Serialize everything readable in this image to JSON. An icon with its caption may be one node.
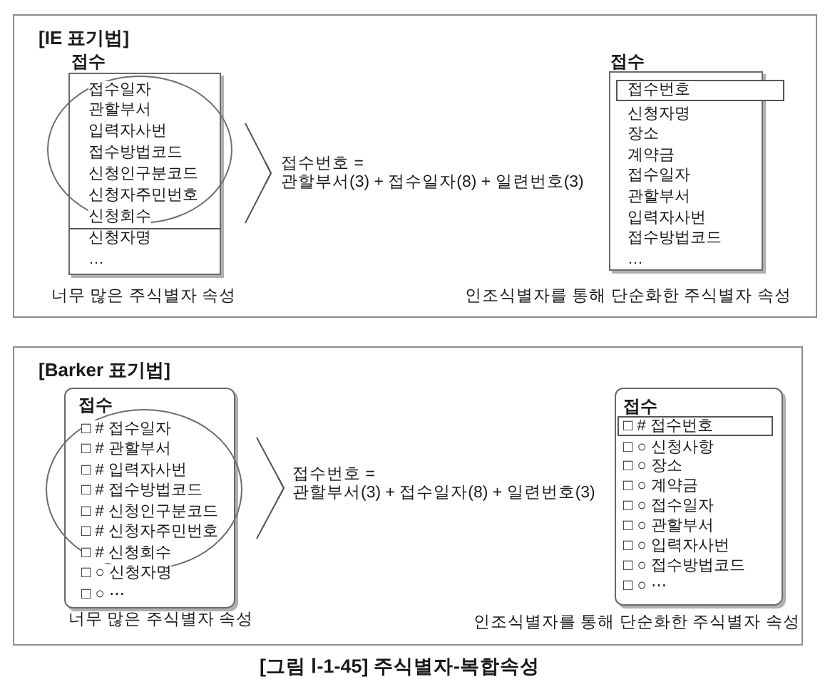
{
  "diagram": {
    "caption": "[그림 Ⅰ-1-45] 주식별자-복합속성",
    "nodes": [
      {
        "text": [
          "[IE 표기법]"
        ]
      },
      {
        "text": [
          "접수",
          "접수일자",
          "관할부서",
          "입력자사번",
          "접수방법코드",
          "신청인구분코드",
          "신청자주민번호",
          "신청회수",
          "신청자명",
          "…"
        ],
        "in": 0
      },
      {
        "text": [
          "접수번호 = 관할부서(3) + 접수일자(8) + 일련번호(3)"
        ],
        "in": 0
      },
      {
        "text": [
          "접수",
          "신청자명",
          "장소",
          "계약금",
          "접수일자",
          "관할부서",
          "입력자사번",
          "접수방법코드",
          "…"
        ],
        "in": 0
      },
      {
        "text": [
          "접수번호"
        ],
        "in": 0
      },
      {
        "text": [
          "[Barker 표기법]"
        ]
      },
      {
        "text": [
          "접수",
          "□ # 접수일자",
          "□ # 관할부서",
          "□ # 입력자사번",
          "□ # 접수방법코드",
          "□ # 신청인구분코드",
          "□ # 신청자주민번호",
          "□ # 신청회수",
          "□ ○ 신청자명",
          "□ ○ ⋯"
        ],
        "in": 5
      },
      {
        "text": [
          "접수번호 = 관할부서(3) + 접수일자(8) + 일련번호(3)"
        ],
        "in": 5
      },
      {
        "text": [
          "접수",
          "□ ○ 신청사항",
          "□ ○ 장소",
          "□ ○ 계약금",
          "□ ○ 접수일자",
          "□ ○ 관할부서",
          "□ ○ 입력자사번",
          "□ ○ 접수방법코드",
          "□ ○ ⋯"
        ],
        "in": 5
      },
      {
        "text": [
          "□ # 접수번호"
        ],
        "in": 8
      }
    ],
    "edges": [
      {
        "from": 1,
        "to": 2,
        "arrow": "to"
      },
      {
        "from": 6,
        "to": 7,
        "arrow": "to"
      }
    ],
    "labels": [
      "너무 많은 주식별자 속성",
      "인조식별자를 통해 단순화한 주식별자 속성",
      "너무 많은 주식별자 속성",
      "인조식별자를 통해 단순화한 주식별자 속성"
    ]
  }
}
